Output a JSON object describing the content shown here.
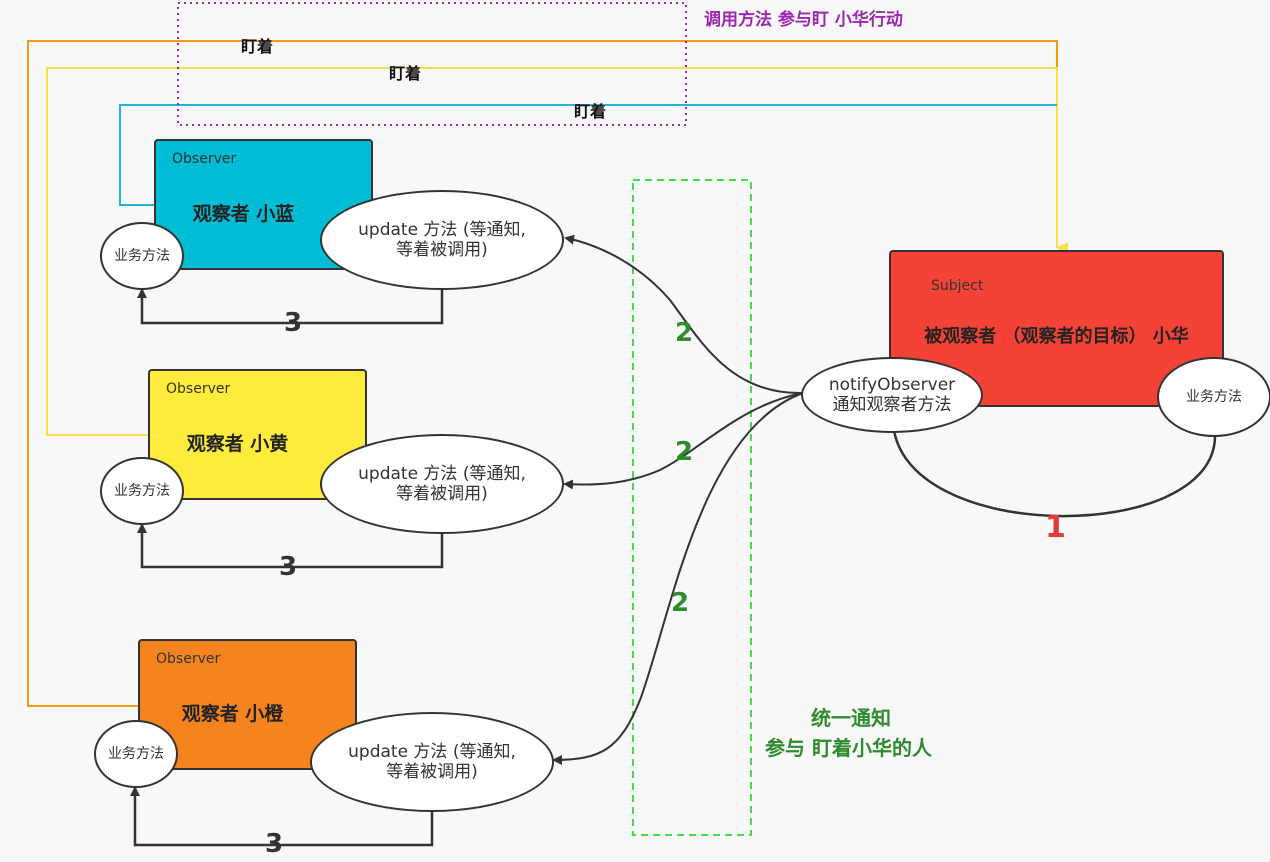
{
  "dotted_note": "调用方法 参与盯 小华行动",
  "watch_labels": [
    "盯着",
    "盯着",
    "盯着"
  ],
  "observers": [
    {
      "tag": "Observer",
      "title": "观察者 小蓝",
      "color": "#00bcd4",
      "update_line1": "update 方法 (等通知,",
      "update_line2": "等着被调用)",
      "biz": "业务方法",
      "step": "3"
    },
    {
      "tag": "Observer",
      "title": "观察者 小黄",
      "color": "#ffeb3b",
      "update_line1": "update 方法 (等通知,",
      "update_line2": "等着被调用)",
      "biz": "业务方法",
      "step": "3"
    },
    {
      "tag": "Observer",
      "title": "观察者 小橙",
      "color": "#f5841f",
      "update_line1": "update 方法 (等通知,",
      "update_line2": "等着被调用)",
      "biz": "业务方法",
      "step": "3"
    }
  ],
  "subject": {
    "tag": "Subject",
    "title": "被观察者 （观察者的目标） 小华",
    "color": "#f44336",
    "notify_line1": "notifyObserver",
    "notify_line2": "通知观察者方法",
    "biz": "业务方法",
    "step": "1"
  },
  "notify_steps": [
    "2",
    "2",
    "2"
  ],
  "unified_note_line1": "统一通知",
  "unified_note_line2": "参与 盯着小华的人",
  "colors": {
    "orange_line": "#f39c12",
    "yellow_line": "#f7e04b",
    "cyan_line": "#26b5d0",
    "purple_dots": "#9c27b0",
    "green_dash": "#44dd44",
    "green_text": "#2e8b2e",
    "red_text": "#e53935"
  }
}
